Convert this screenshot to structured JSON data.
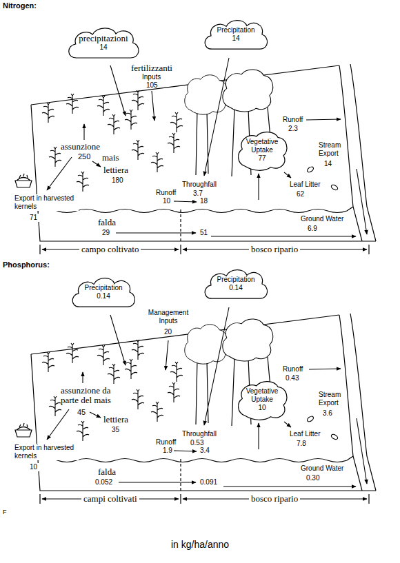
{
  "diagram": {
    "caption": "in kg/ha/anno",
    "nodes": [
      {
        "text": [
          "precipitazioni",
          "14"
        ]
      },
      {
        "text": [
          "Precipitation",
          "14"
        ]
      },
      {
        "text": [
          "Vegetative Uptake",
          "77"
        ]
      },
      {
        "text": [
          "Precipitation",
          "0.14"
        ]
      },
      {
        "text": [
          "Precipitation",
          "0.14"
        ]
      },
      {
        "text": [
          "Vegetative Uptake",
          "10"
        ]
      }
    ],
    "labels": [
      "Nitrogen:",
      "fertilizzanti",
      "Inputs",
      "105",
      "assunzione",
      "250",
      "mais",
      "lettiera",
      "180",
      "Export in harvested kernels",
      "71",
      "Throughfall",
      "3.7",
      "Runoff",
      "2.3",
      "Stream Export",
      "14",
      "Leaf Litter",
      "62",
      "Runoff",
      "10",
      "18",
      "falda",
      "29",
      "51",
      "Ground Water",
      "6.9",
      "campo coltivato",
      "bosco ripario",
      "Phosphorus:",
      "Management Inputs",
      "20",
      "assunzione da parte del mais",
      "45",
      "lettiera",
      "35",
      "Export in harvested kernels",
      "10",
      "Throughfall",
      "0.53",
      "Runoff",
      "0.43",
      "Stream Export",
      "3.6",
      "Leaf Litter",
      "7.8",
      "Runoff",
      "1.9",
      "3.4",
      "falda",
      "0.052",
      "0.091",
      "Ground Water",
      "0.30",
      "campi coltivati",
      "bosco ripario",
      "F"
    ]
  }
}
